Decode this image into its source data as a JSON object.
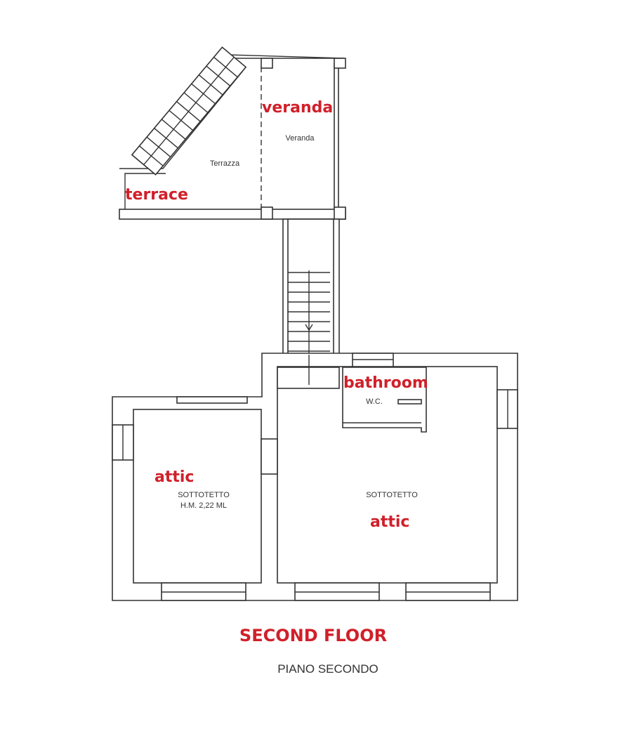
{
  "labels": {
    "terrace_en": "terrace",
    "terrace_it": "Terrazza",
    "veranda_en": "veranda",
    "veranda_it": "Veranda",
    "bathroom_en": "bathroom",
    "bathroom_it": "W.C.",
    "attic_left_en": "attic",
    "attic_left_it": "SOTTOTETTO",
    "attic_left_height": "H.M. 2,22 ML",
    "attic_right_it": "SOTTOTETTO",
    "attic_right_en": "attic"
  },
  "title": "SECOND FLOOR",
  "subtitle": "PIANO SECONDO",
  "colors": {
    "annotation": "#d0202a",
    "lines": "#333333"
  }
}
